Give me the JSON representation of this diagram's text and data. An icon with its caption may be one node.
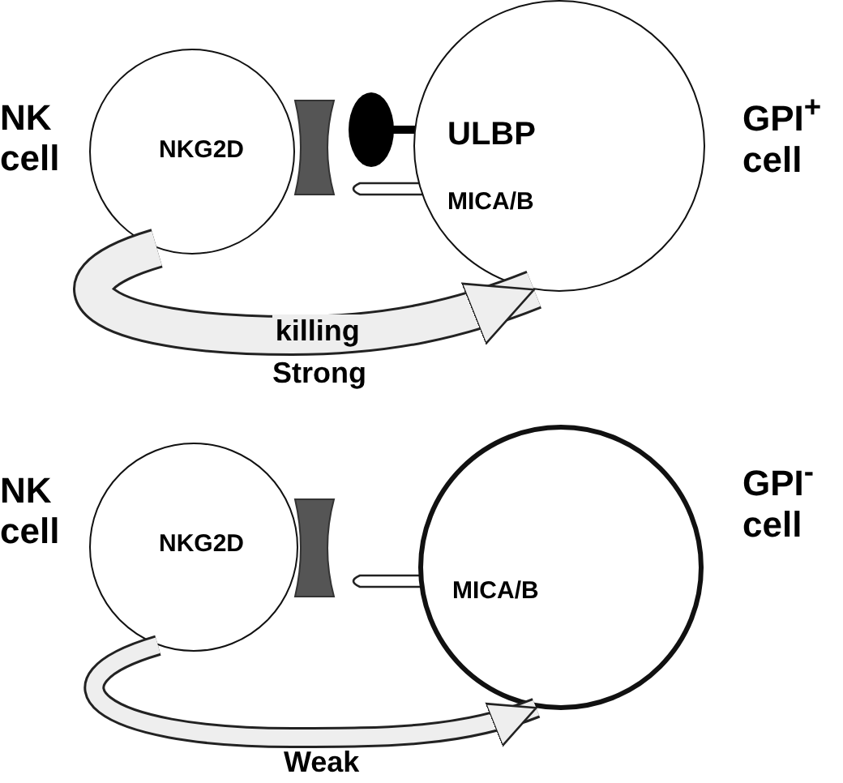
{
  "diagram": {
    "nodes": [
      {
        "text": [
          "NKG2D"
        ],
        "beside": [
          "NK cell"
        ]
      },
      {
        "text": [
          "ULBP",
          "MICA/B"
        ],
        "beside": [
          "GPI$^{+}$ cell"
        ]
      },
      {
        "text": [
          "NKG2D"
        ],
        "beside": [
          "NK cell"
        ]
      },
      {
        "text": [
          "MICA/B"
        ],
        "beside": [
          "GPI$^{-}$ cell"
        ]
      }
    ],
    "edges": [
      {
        "from": 0,
        "to": 1,
        "arrow": "to",
        "label": "killing",
        "style": "thick"
      },
      {
        "from": 2,
        "to": 3,
        "arrow": "to"
      }
    ],
    "labels": [
      "Strong",
      "Weak"
    ]
  }
}
